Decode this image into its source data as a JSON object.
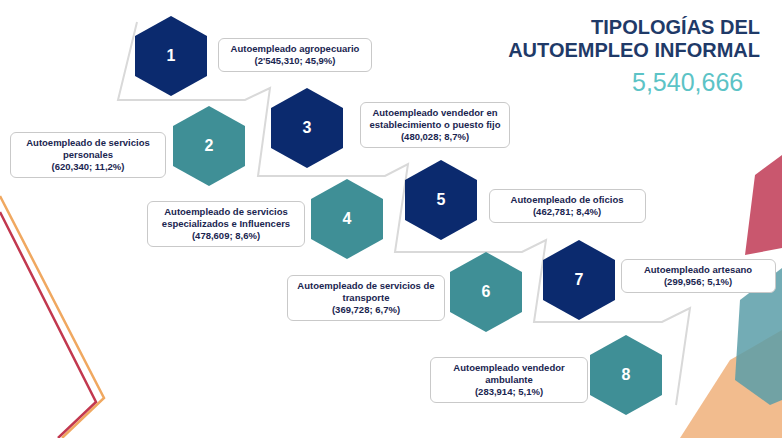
{
  "diagram": {
    "title": "TIPOLOGÍAS DEL AUTOEMPLEO INFORMAL",
    "nodes": [
      {
        "text": [
          "1"
        ]
      },
      {
        "text": [
          "Autoempleado agropecuario",
          "(2'545,310; 45,9%)"
        ]
      },
      {
        "text": [
          "2"
        ]
      },
      {
        "text": [
          "Autoempleado de servicios personales",
          "(620,340; 11,2%)"
        ]
      },
      {
        "text": [
          "3"
        ]
      },
      {
        "text": [
          "Autoempleado vendedor en establecimiento o puesto fijo",
          "(480,028; 8,7%)"
        ]
      },
      {
        "text": [
          "4"
        ]
      },
      {
        "text": [
          "Autoempleado de servicios especializados e Influencers",
          "(478,609; 8,6%)"
        ]
      },
      {
        "text": [
          "5"
        ]
      },
      {
        "text": [
          "Autoempleado de oficios",
          "(462,781; 8,4%)"
        ]
      },
      {
        "text": [
          "6"
        ]
      },
      {
        "text": [
          "Autoempleado de servicios de transporte",
          "(369,728; 6,7%)"
        ]
      },
      {
        "text": [
          "7"
        ]
      },
      {
        "text": [
          "Autoempleado artesano",
          "(299,956; 5,1%)"
        ]
      },
      {
        "text": [
          "8"
        ]
      },
      {
        "text": [
          "Autoempleado vendedor ambulante",
          "(283,914; 5,1%)"
        ]
      }
    ],
    "labels": [
      "5,540,666"
    ]
  }
}
